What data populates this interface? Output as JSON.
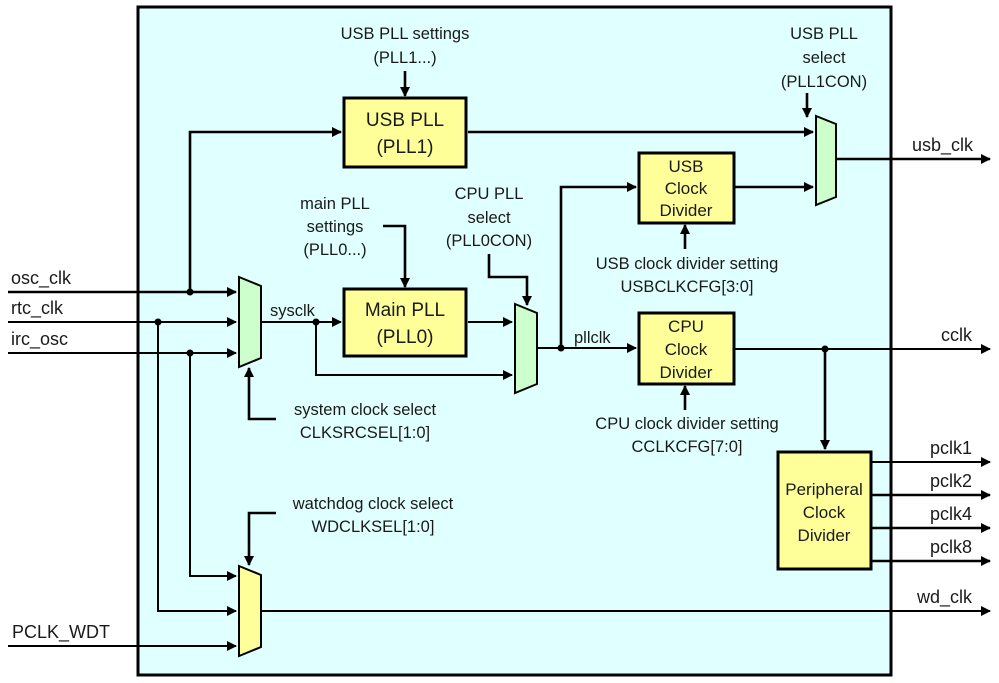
{
  "diagram": {
    "title": "Clock generation block diagram",
    "blocks": {
      "usb_pll": {
        "line1": "USB PLL",
        "line2": "(PLL1)"
      },
      "main_pll": {
        "line1": "Main PLL",
        "line2": "(PLL0)"
      },
      "usb_clock_divider": {
        "line1": "USB",
        "line2": "Clock",
        "line3": "Divider"
      },
      "cpu_clock_divider": {
        "line1": "CPU",
        "line2": "Clock",
        "line3": "Divider"
      },
      "peripheral_clock_divider": {
        "line1": "Peripheral",
        "line2": "Clock",
        "line3": "Divider"
      }
    },
    "annotations": {
      "usb_pll_settings": {
        "line1": "USB PLL settings",
        "line2": "(PLL1...)"
      },
      "usb_pll_select": {
        "line1": "USB PLL",
        "line2": "select",
        "line3": "(PLL1CON)"
      },
      "main_pll_settings": {
        "line1": "main PLL",
        "line2": "settings",
        "line3": "(PLL0...)"
      },
      "cpu_pll_select": {
        "line1": "CPU PLL",
        "line2": "select",
        "line3": "(PLL0CON)"
      },
      "usb_divider_setting": {
        "line1": "USB clock divider setting",
        "line2": "USBCLKCFG[3:0]"
      },
      "system_clock_select": {
        "line1": "system clock select",
        "line2": "CLKSRCSEL[1:0]"
      },
      "cpu_divider_setting": {
        "line1": "CPU clock divider setting",
        "line2": "CCLKCFG[7:0]"
      },
      "watchdog_clock_select": {
        "line1": "watchdog clock select",
        "line2": "WDCLKSEL[1:0]"
      }
    },
    "inputs": {
      "osc_clk": "osc_clk",
      "rtc_clk": "rtc_clk",
      "irc_osc": "irc_osc",
      "pclk_wdt": "PCLK_WDT"
    },
    "internal_signals": {
      "sysclk": "sysclk",
      "pllclk": "pllclk"
    },
    "outputs": {
      "usb_clk": "usb_clk",
      "cclk": "cclk",
      "pclk1": "pclk1",
      "pclk2": "pclk2",
      "pclk4": "pclk4",
      "pclk8": "pclk8",
      "wd_clk": "wd_clk"
    },
    "colors": {
      "background_panel": "#e0ffff",
      "block_fill": "#ffff99",
      "mux_green": "#ccffcc",
      "mux_yellow": "#ffff99",
      "line": "#000000"
    }
  }
}
